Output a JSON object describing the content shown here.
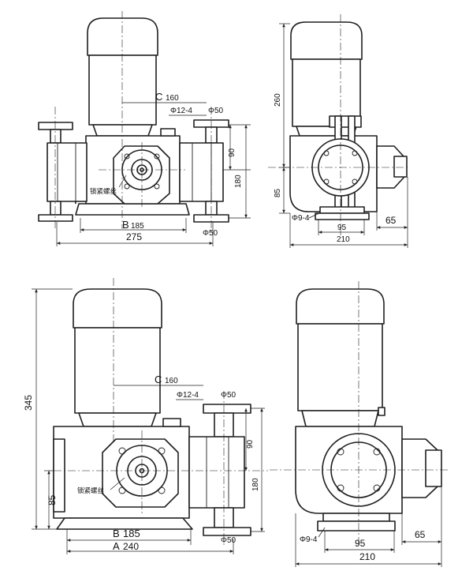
{
  "views": {
    "top_front": {
      "c_label": "C",
      "c_value": "160",
      "bolt_label": "Φ12-4",
      "port_top": "Φ50",
      "port_bottom": "Φ50",
      "h_90": "90",
      "h_180": "180",
      "b_label": "B",
      "b_value": "185",
      "w_275": "275",
      "screw_note": "锁紧螺丝"
    },
    "top_side": {
      "h_260": "260",
      "h_85": "85",
      "hole": "Φ9-4",
      "w_95": "95",
      "w_65": "65",
      "w_210": "210"
    },
    "bottom_front": {
      "h_345": "345",
      "c_label": "C",
      "c_value": "160",
      "bolt_label": "Φ12-4",
      "port_top": "Φ50",
      "port_bottom": "Φ50",
      "h_90": "90",
      "h_180": "180",
      "h_85": "85",
      "screw_note": "锁紧螺丝",
      "b_label": "B",
      "b_value": "185",
      "a_label": "A",
      "a_value": "240"
    },
    "bottom_side": {
      "hole": "Φ9-4",
      "w_95": "95",
      "w_65": "65",
      "w_210": "210"
    }
  }
}
